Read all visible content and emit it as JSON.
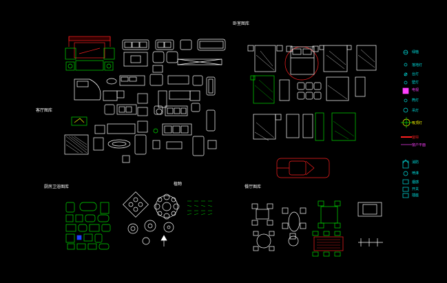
{
  "sections": {
    "bedroom": "卧室图库",
    "living": "客厅图库",
    "bath_kitchen": "厨房卫浴图库",
    "plants": "植物",
    "dining": "餐厅图库"
  },
  "legend": [
    {
      "icon": "plant-icon",
      "label": "绿植",
      "color": "#00e5e5"
    },
    {
      "icon": "lamp-icon",
      "label": "落地灯",
      "color": "#00e5e5"
    },
    {
      "icon": "lamp-icon",
      "label": "台灯",
      "color": "#00e5e5"
    },
    {
      "icon": "lamp-icon",
      "label": "壁灯",
      "color": "#00e5e5"
    },
    {
      "icon": "tv-icon",
      "label": "电视",
      "color": "#ff40ff"
    },
    {
      "icon": "lamp-icon",
      "label": "筒灯",
      "color": "#00e5e5"
    },
    {
      "icon": "plant-icon",
      "label": "吊灯",
      "color": "#00e5e5"
    },
    {
      "icon": "chandelier-icon",
      "label": "吸顶灯",
      "color": "#ffff00"
    },
    {
      "icon": "curtain-icon",
      "label": "窗帘",
      "color": "#ff2020"
    },
    {
      "icon": "window-icon",
      "label": "窗户平面",
      "color": "#ff40ff"
    },
    {
      "icon": "fire-icon",
      "label": "消防",
      "color": "#00e5e5"
    },
    {
      "icon": "sprinkler-icon",
      "label": "喷淋",
      "color": "#00e5e5"
    },
    {
      "icon": "smoke-icon",
      "label": "烟感",
      "color": "#00e5e5"
    },
    {
      "icon": "switch-icon",
      "label": "开关",
      "color": "#00e5e5"
    },
    {
      "icon": "socket-icon",
      "label": "插座",
      "color": "#00e5e5"
    }
  ],
  "colors": {
    "white": "#ffffff",
    "green": "#00e000",
    "red": "#ff2020",
    "cyan": "#00e5e5",
    "yellow": "#ffff00",
    "magenta": "#ff40ff"
  }
}
